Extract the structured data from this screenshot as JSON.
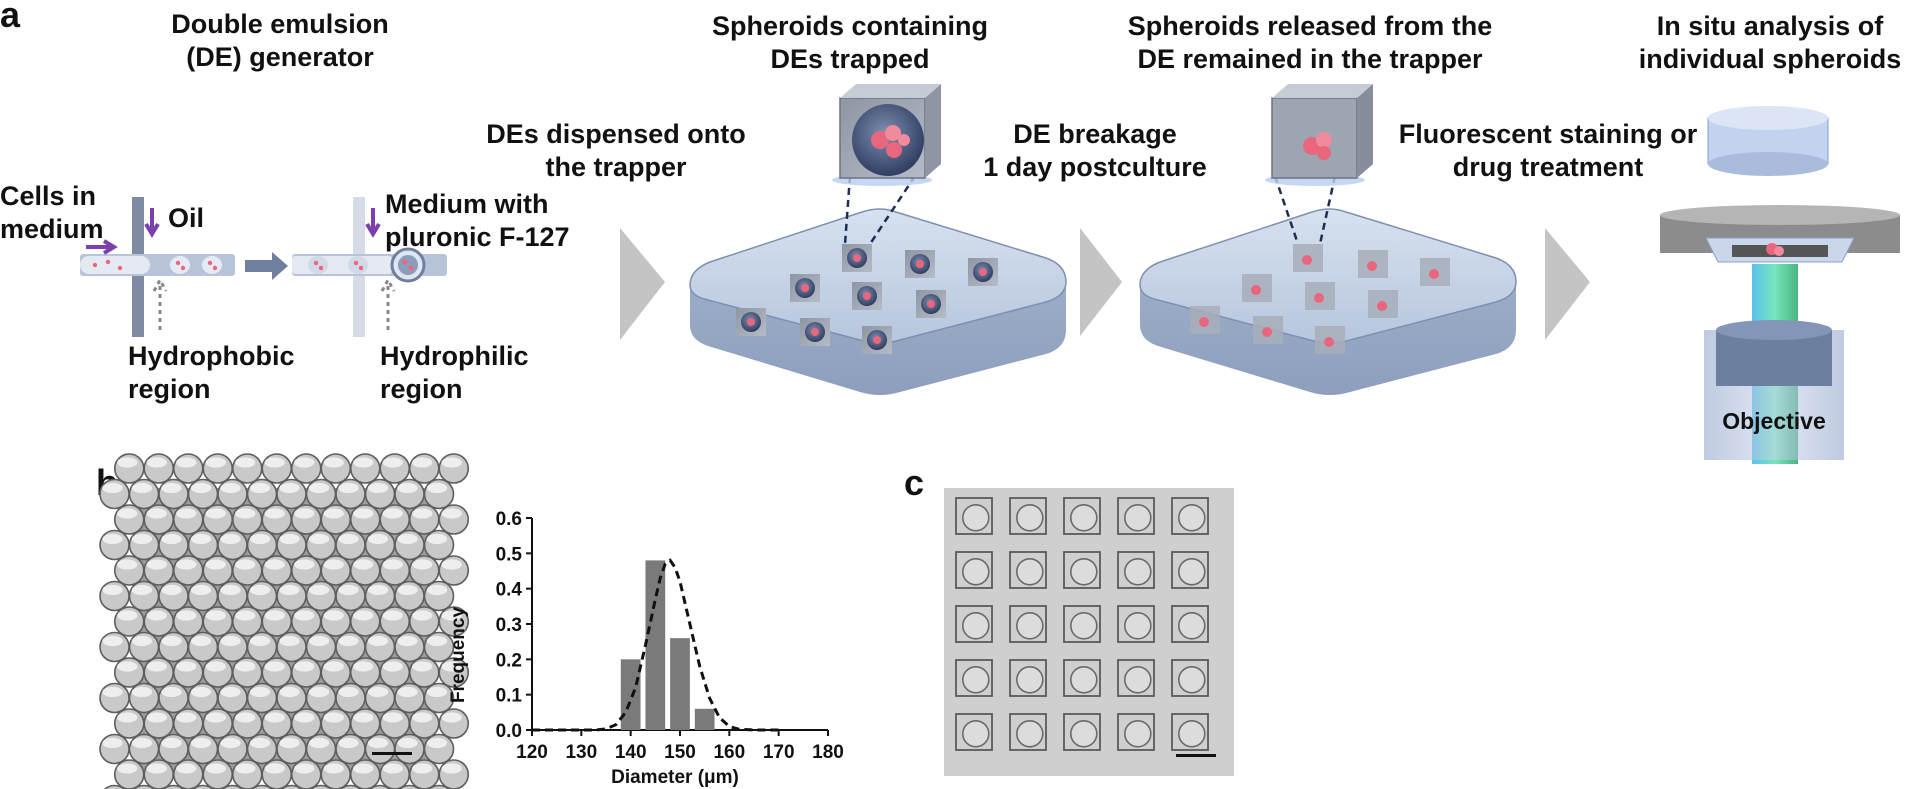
{
  "panels": {
    "a": "a",
    "b": "b",
    "c": "c"
  },
  "step1": {
    "title_line1": "Double emulsion",
    "title_line2": "(DE) generator",
    "cells_line1": "Cells in",
    "cells_line2": "medium",
    "oil": "Oil",
    "medium_line1": "Medium with",
    "medium_line2": "pluronic F-127",
    "hydrophobic_line1": "Hydrophobic",
    "hydrophobic_line2": "region",
    "hydrophilic_line1": "Hydrophilic",
    "hydrophilic_line2": "region"
  },
  "step2": {
    "dispense_line1": "DEs dispensed onto",
    "dispense_line2": "the trapper",
    "title_line1": "Spheroids containing",
    "title_line2": "DEs trapped"
  },
  "step3": {
    "break_line1": "DE breakage",
    "break_line2": "1 day postculture",
    "title_line1": "Spheroids released from the",
    "title_line2": "DE remained in the trapper"
  },
  "step4": {
    "title_line1": "In situ analysis of",
    "title_line2": "individual spheroids",
    "stain_line1": "Fluorescent staining or",
    "stain_line2": "drug treatment",
    "objective": "Objective"
  },
  "chart_data": {
    "type": "bar",
    "x": [
      140,
      145,
      150,
      155,
      160
    ],
    "values": [
      0.2,
      0.48,
      0.26,
      0.06,
      0.0
    ],
    "bar_width": 4,
    "fit_curve": {
      "x": [
        120,
        125,
        130,
        133,
        135,
        137,
        139,
        141,
        143,
        145,
        146,
        147,
        148,
        149,
        150,
        152,
        154,
        156,
        158,
        160,
        162,
        165,
        170
      ],
      "y": [
        0,
        0,
        0,
        0.0,
        0.003,
        0.015,
        0.05,
        0.12,
        0.24,
        0.37,
        0.43,
        0.47,
        0.48,
        0.46,
        0.42,
        0.3,
        0.18,
        0.09,
        0.035,
        0.01,
        0.002,
        0,
        0
      ]
    },
    "xlabel": "Diameter (μm)",
    "ylabel": "Frequency",
    "xlim": [
      120,
      180
    ],
    "ylim": [
      0,
      0.6
    ],
    "xticks": [
      "120",
      "130",
      "140",
      "150",
      "160",
      "170",
      "180"
    ],
    "yticks": [
      "0.0",
      "0.1",
      "0.2",
      "0.3",
      "0.4",
      "0.5",
      "0.6"
    ],
    "grid": false,
    "bar_color": "#7a7a7a"
  },
  "colors": {
    "arrow_grey": "#c4c4c4",
    "purple": "#7b3fb0",
    "chip_blue": "#b7c6de",
    "cell_pink": "#e8677e"
  }
}
